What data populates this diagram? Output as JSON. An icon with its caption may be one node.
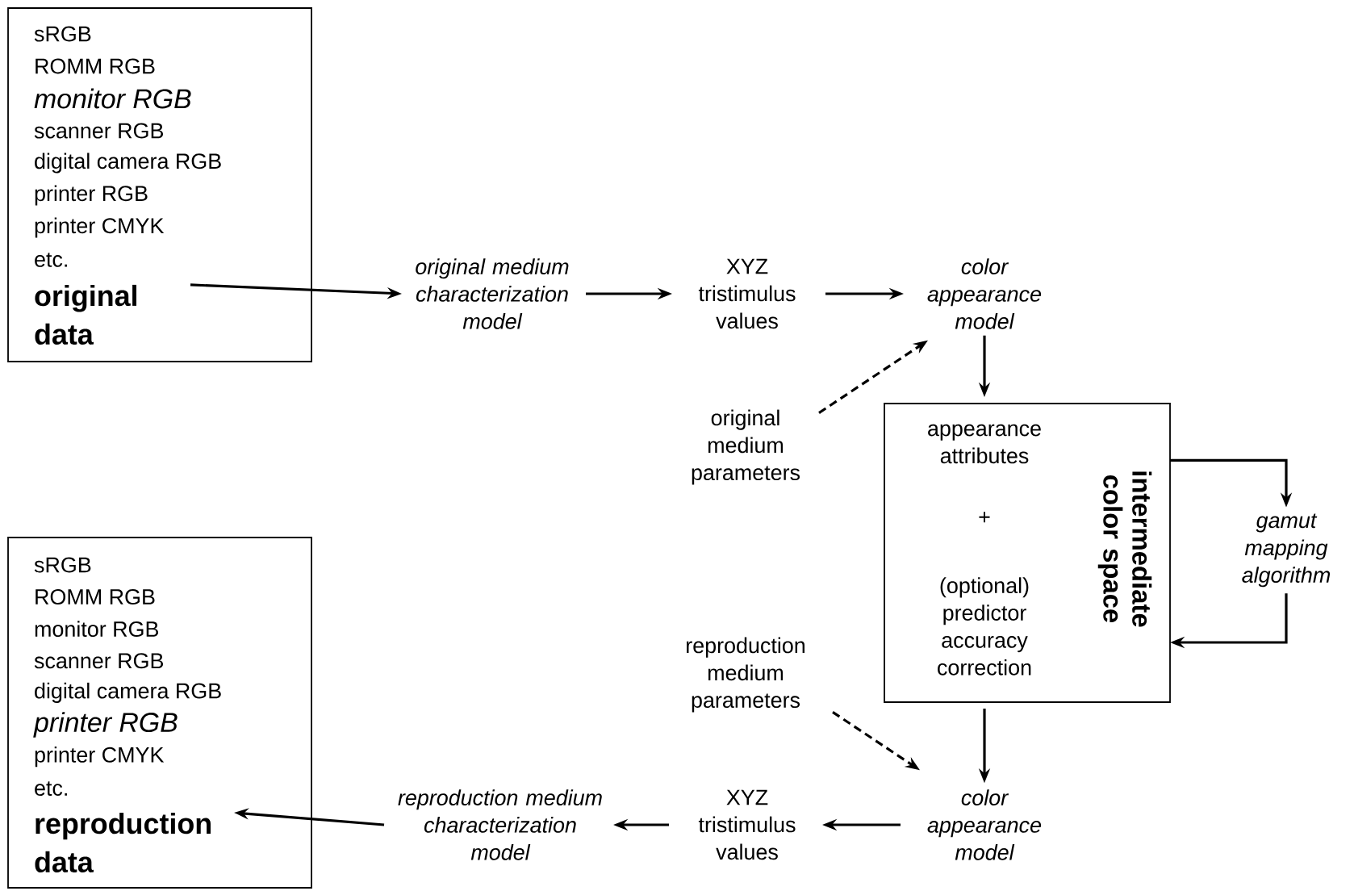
{
  "diagram": {
    "nodes": [
      {
        "text": [
          "sRGB",
          "ROMM RGB",
          "monitor RGB",
          "scanner RGB",
          "digital camera RGB",
          "printer RGB",
          "printer CMYK",
          "etc."
        ]
      },
      {
        "text": [
          "original data"
        ],
        "in": 0
      },
      {
        "text": [
          "original medium characterization model"
        ]
      },
      {
        "text": [
          "XYZ tristimulus values"
        ]
      },
      {
        "text": [
          "color appearance model"
        ]
      },
      {
        "text": [
          "original medium parameters"
        ]
      },
      {
        "text": [
          "appearance attributes",
          "+",
          "(optional) predictor accuracy correction",
          "intermediate color space"
        ]
      },
      {
        "text": [
          "gamut mapping algorithm"
        ]
      },
      {
        "text": [
          "reproduction medium parameters"
        ]
      },
      {
        "text": [
          "color appearance model"
        ]
      },
      {
        "text": [
          "XYZ tristimulus values"
        ]
      },
      {
        "text": [
          "reproduction medium characterization model"
        ]
      },
      {
        "text": [
          "sRGB",
          "ROMM RGB",
          "monitor RGB",
          "scanner RGB",
          "digital camera RGB",
          "printer RGB",
          "printer CMYK",
          "etc."
        ]
      },
      {
        "text": [
          "reproduction data"
        ],
        "in": 12
      }
    ],
    "edges": [
      {
        "from": 1,
        "to": 2,
        "arrow": "to"
      },
      {
        "from": 2,
        "to": 3,
        "arrow": "to"
      },
      {
        "from": 3,
        "to": 4,
        "arrow": "to"
      },
      {
        "from": 5,
        "to": 4,
        "arrow": "to",
        "style": "dashed"
      },
      {
        "from": 4,
        "to": 6,
        "arrow": "to"
      },
      {
        "from": 6,
        "to": 7,
        "arrow": "to"
      },
      {
        "from": 7,
        "to": 6,
        "arrow": "to"
      },
      {
        "from": 8,
        "to": 9,
        "arrow": "to",
        "style": "dashed"
      },
      {
        "from": 6,
        "to": 9,
        "arrow": "to"
      },
      {
        "from": 9,
        "to": 10,
        "arrow": "to"
      },
      {
        "from": 10,
        "to": 11,
        "arrow": "to"
      },
      {
        "from": 11,
        "to": 13,
        "arrow": "to"
      }
    ]
  }
}
